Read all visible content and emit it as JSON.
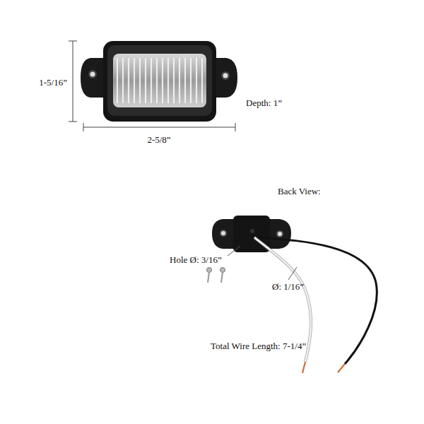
{
  "diagram": {
    "labels": [
      "1-5/16”",
      "2-5/8”",
      "Depth: 1”",
      "Back View:",
      "Hole Ø: 3/16”",
      "Ø: 1/16”",
      "Total Wire Length: 7-1/4”"
    ]
  }
}
